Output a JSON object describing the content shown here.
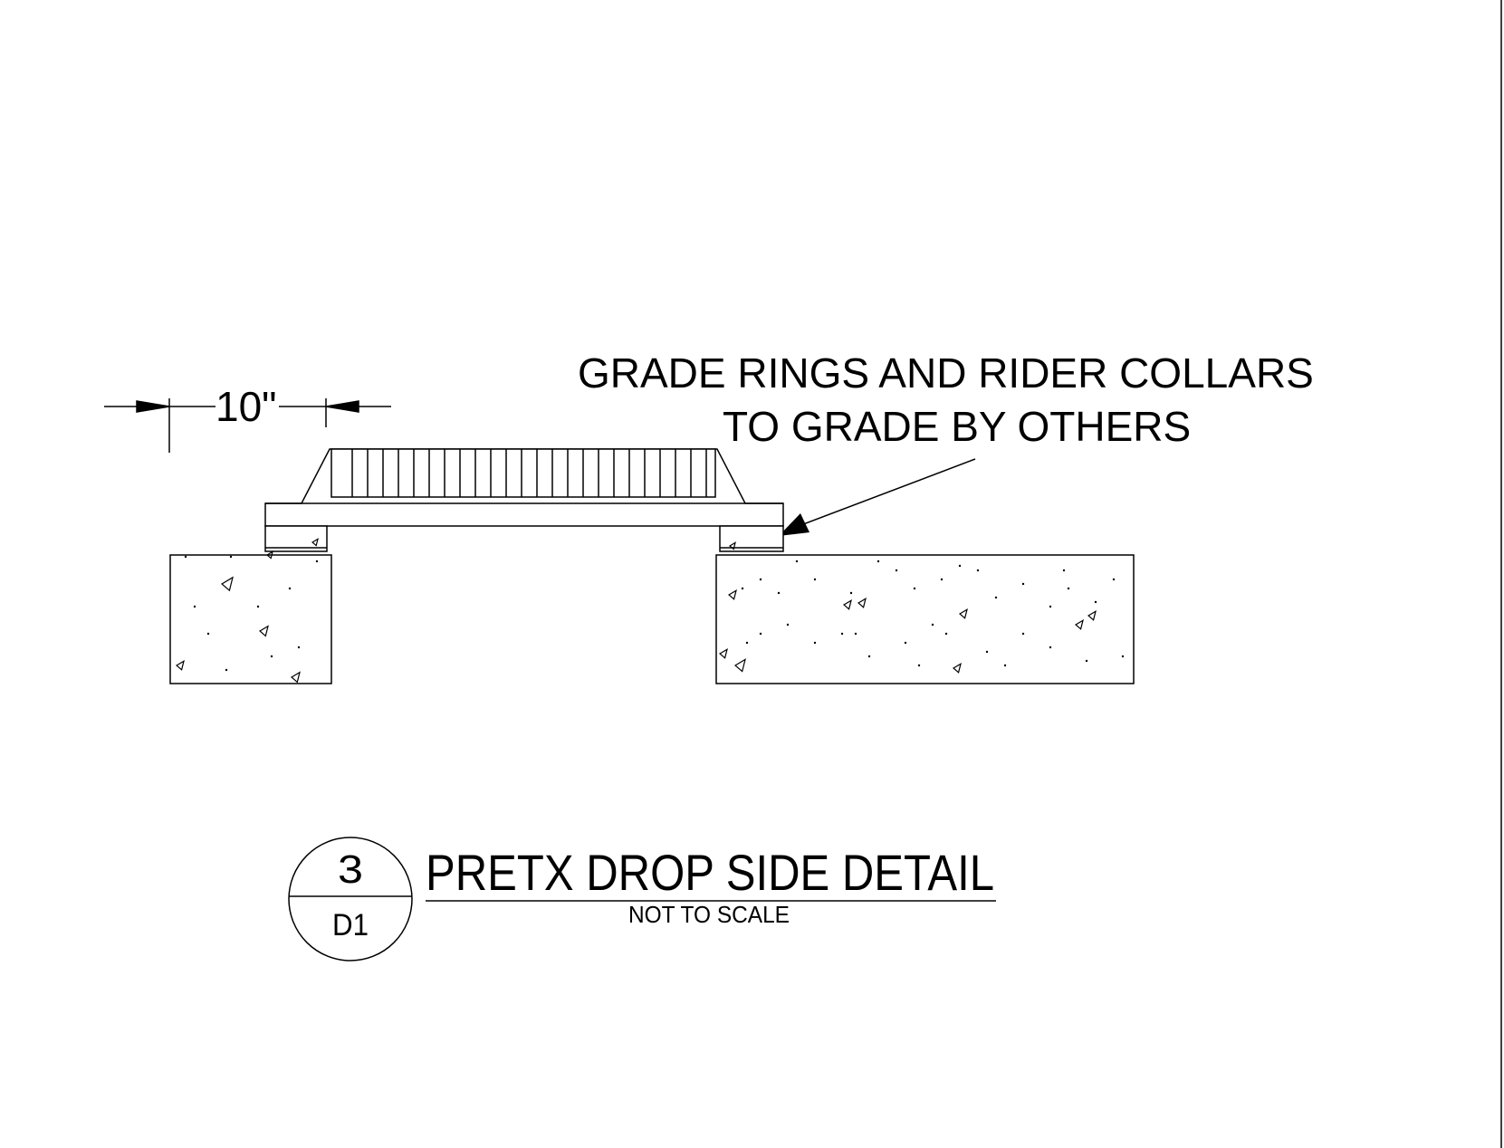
{
  "dimension": {
    "label": "10\""
  },
  "callout": {
    "line1": "GRADE RINGS AND RIDER COLLARS",
    "line2": "TO GRADE BY OTHERS"
  },
  "detail_tag": {
    "number": "3",
    "sheet": "D1"
  },
  "title": {
    "text": "PRETX DROP SIDE DETAIL",
    "scale_note": "NOT TO SCALE"
  },
  "colors": {
    "ink": "#000000",
    "paper": "#ffffff"
  }
}
